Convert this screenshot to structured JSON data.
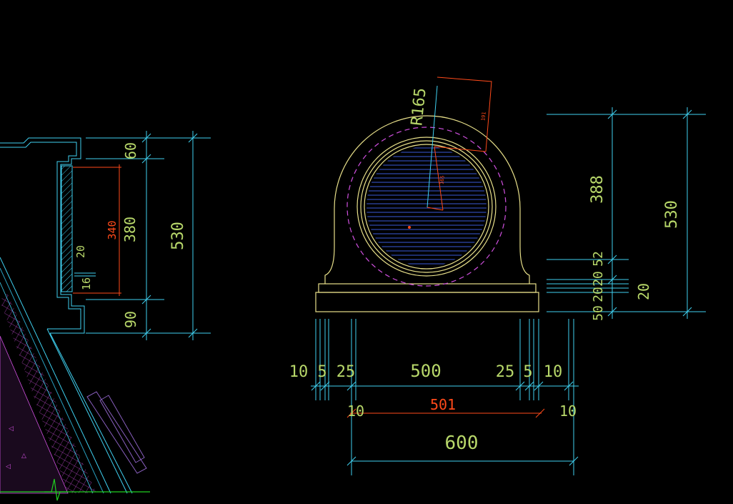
{
  "colors": {
    "background": "#000000",
    "cyan": "#3fd0f0",
    "yellow": "#e8e08a",
    "green_text": "#b8d86a",
    "orange": "#ff4a1a",
    "magenta": "#d050e0",
    "blue_fill": "#3a5ad8",
    "green_line": "#20d020"
  },
  "left_detail": {
    "dims": {
      "d60": "60",
      "d380": "380",
      "d340": "340",
      "d530": "530",
      "d90": "90",
      "d20": "20",
      "d16": "16"
    }
  },
  "main_detail": {
    "radius_label": "R165",
    "small_165": "165",
    "small_191": "191",
    "right_dims": {
      "d388": "388",
      "d530": "530",
      "d52": "52",
      "d20a": "20",
      "d20b": "20",
      "d20c": "20",
      "d50": "50"
    },
    "bottom_dims": {
      "d10a": "10",
      "d5a": "5",
      "d25a": "25",
      "d500": "500",
      "d25b": "25",
      "d5b": "5",
      "d10b": "10",
      "d10c": "10",
      "d501": "501",
      "d10d": "10",
      "d600": "600"
    }
  }
}
